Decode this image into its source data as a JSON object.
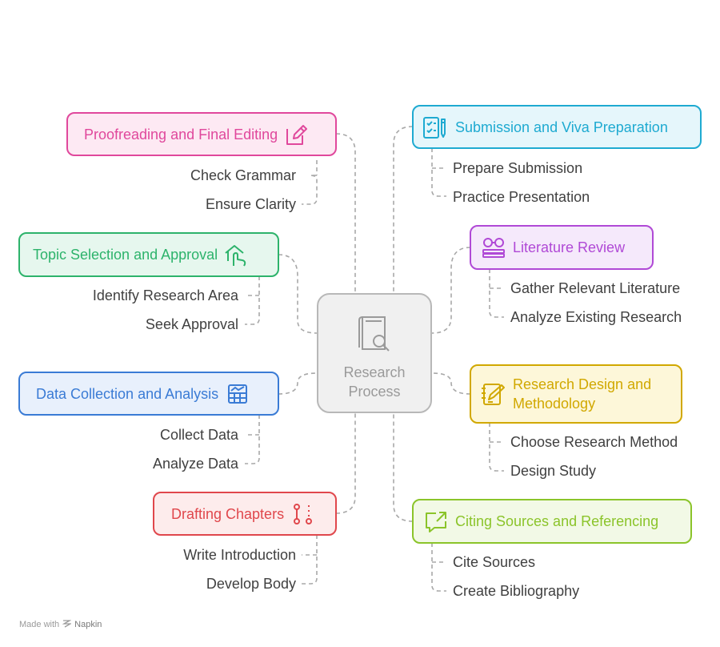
{
  "center": {
    "line1": "Research",
    "line2": "Process"
  },
  "nodes": {
    "proofreading": {
      "title": "Proofreading and Final Editing",
      "color": "#e0489c",
      "items": [
        "Check Grammar",
        "Ensure Clarity"
      ]
    },
    "topic": {
      "title": "Topic Selection and Approval",
      "color": "#2db36b",
      "items": [
        "Identify Research Area",
        "Seek Approval"
      ]
    },
    "data_collection": {
      "title": "Data Collection and Analysis",
      "color": "#3a7bd5",
      "items": [
        "Collect Data",
        "Analyze Data"
      ]
    },
    "drafting": {
      "title": "Drafting Chapters",
      "color": "#e0474c",
      "items": [
        "Write Introduction",
        "Develop Body"
      ]
    },
    "submission": {
      "title": "Submission and Viva Preparation",
      "color": "#1eaad1",
      "items": [
        "Prepare Submission",
        "Practice Presentation"
      ]
    },
    "literature": {
      "title": "Literature Review",
      "color": "#b049d6",
      "items": [
        "Gather Relevant Literature",
        "Analyze Existing Research"
      ]
    },
    "design": {
      "title_line1": "Research Design and",
      "title_line2": "Methodology",
      "color": "#d1a800",
      "items": [
        "Choose Research Method",
        "Design Study"
      ]
    },
    "citing": {
      "title": "Citing Sources and Referencing",
      "color": "#8bc42a",
      "items": [
        "Cite Sources",
        "Create Bibliography"
      ]
    }
  },
  "icons": {
    "center": "book-search-icon",
    "proofreading": "pencil-edit-icon",
    "topic": "home-hand-icon",
    "data_collection": "chart-table-icon",
    "drafting": "git-branch-icon",
    "submission": "checklist-pen-icon",
    "literature": "glasses-books-icon",
    "design": "notebook-pen-icon",
    "citing": "chat-arrow-icon"
  },
  "watermark": {
    "prefix": "Made with",
    "brand": "Napkin"
  }
}
